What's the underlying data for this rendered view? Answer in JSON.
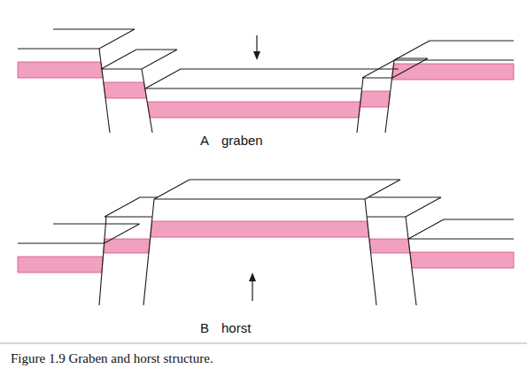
{
  "diagram": {
    "caption": "Figure 1.9 Graben and horst structure.",
    "labels": [
      "A",
      "graben",
      "B",
      "horst"
    ]
  }
}
